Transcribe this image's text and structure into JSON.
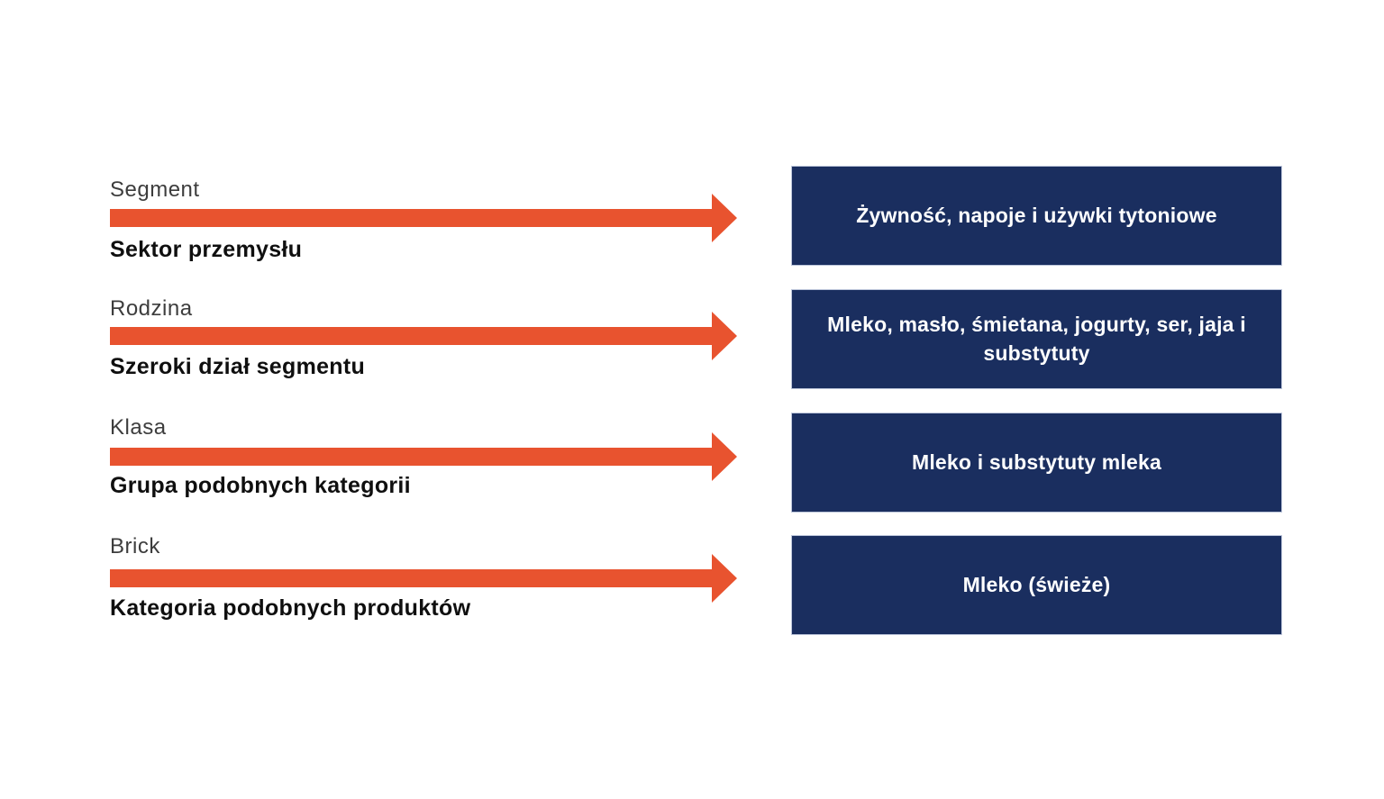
{
  "diagram": {
    "description": "Product classification hierarchy (GS1 GPC style) with four levels, each level name above an orange arrow pointing to an example value in a navy box",
    "rows": [
      {
        "level": "Segment",
        "definition": "Sektor przemysłu",
        "example": "Żywność, napoje i używki tytoniowe"
      },
      {
        "level": "Rodzina",
        "definition": "Szeroki dział segmentu",
        "example": "Mleko, masło, śmietana, jogurty, ser, jaja i substytuty"
      },
      {
        "level": "Klasa",
        "definition": "Grupa podobnych kategorii",
        "example": "Mleko i substytuty mleka"
      },
      {
        "level": "Brick",
        "definition": "Kategoria podobnych produktów",
        "example": "Mleko (świeże)"
      }
    ]
  },
  "colors": {
    "arrow_color": "#e8532f",
    "box_bg": "#1a2e5f",
    "box_text": "#ffffff",
    "box_border": "#bcc5da",
    "label_color": "#3d3d3d",
    "bold_label_color": "#0f0f0f",
    "page_bg": "#ffffff"
  }
}
